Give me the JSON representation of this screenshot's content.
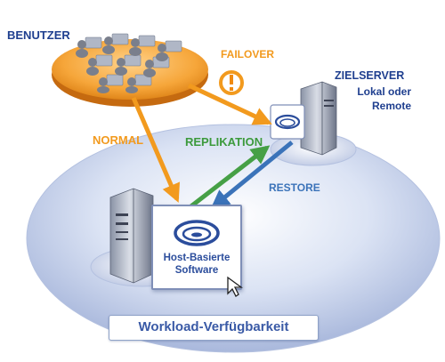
{
  "labels": {
    "users": "BENUTZER",
    "failover": "FAILOVER",
    "target_server": "ZIELSERVER",
    "location_line1": "Lokal oder",
    "location_line2": "Remote",
    "normal": "NORMAL",
    "replication": "REPLIKATION",
    "restore": "RESTORE",
    "software_line1": "Host-Basierte",
    "software_line2": "Software",
    "workload": "Workload-Verfügbarkeit"
  },
  "icons": {
    "users": "users-group-icon",
    "warning": "exclamation-warning-icon",
    "target_server": "server-tower-icon",
    "host_server": "server-tower-icon",
    "logo": "software-logo-icon",
    "cursor": "mouse-pointer-icon"
  },
  "colors": {
    "normal_failover": "#f29a1e",
    "replication": "#46a046",
    "restore": "#3b73b9",
    "label_blue": "#1f3f8f",
    "platform": "#c9d4ec"
  }
}
